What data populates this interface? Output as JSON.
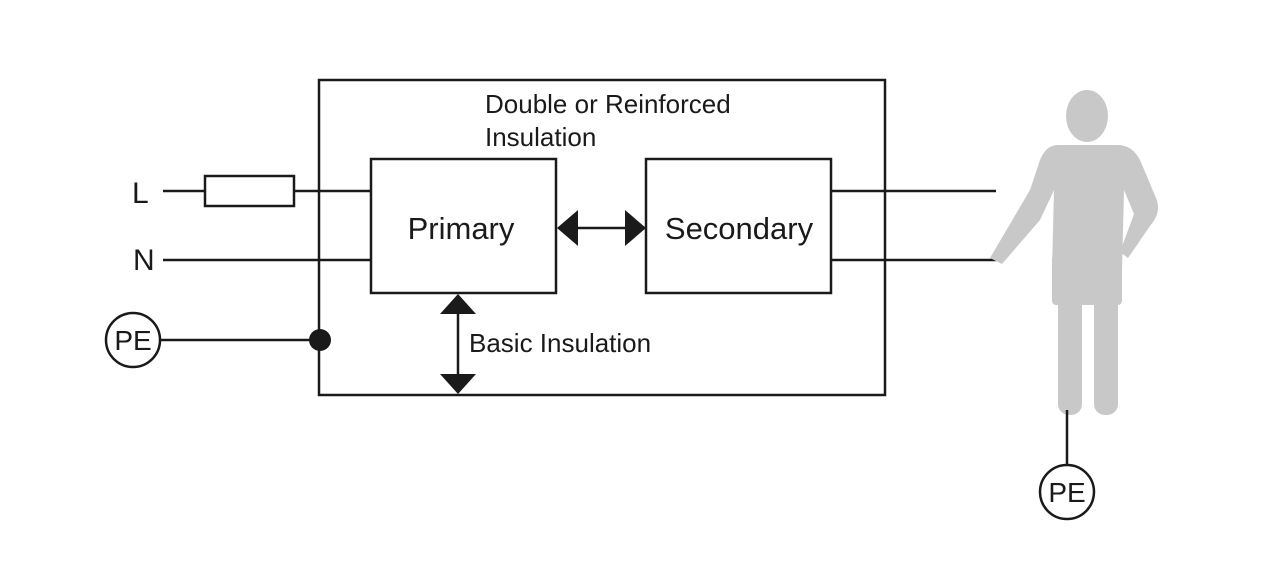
{
  "labels": {
    "line": "L",
    "neutral": "N",
    "pe_left": "PE",
    "pe_right": "PE",
    "double_insulation_line1": "Double or Reinforced",
    "double_insulation_line2": "Insulation",
    "primary": "Primary",
    "secondary": "Secondary",
    "basic_insulation": "Basic Insulation"
  },
  "colors": {
    "stroke": "#1a1a1a",
    "person": "#c8c8c8",
    "background": "#ffffff"
  }
}
